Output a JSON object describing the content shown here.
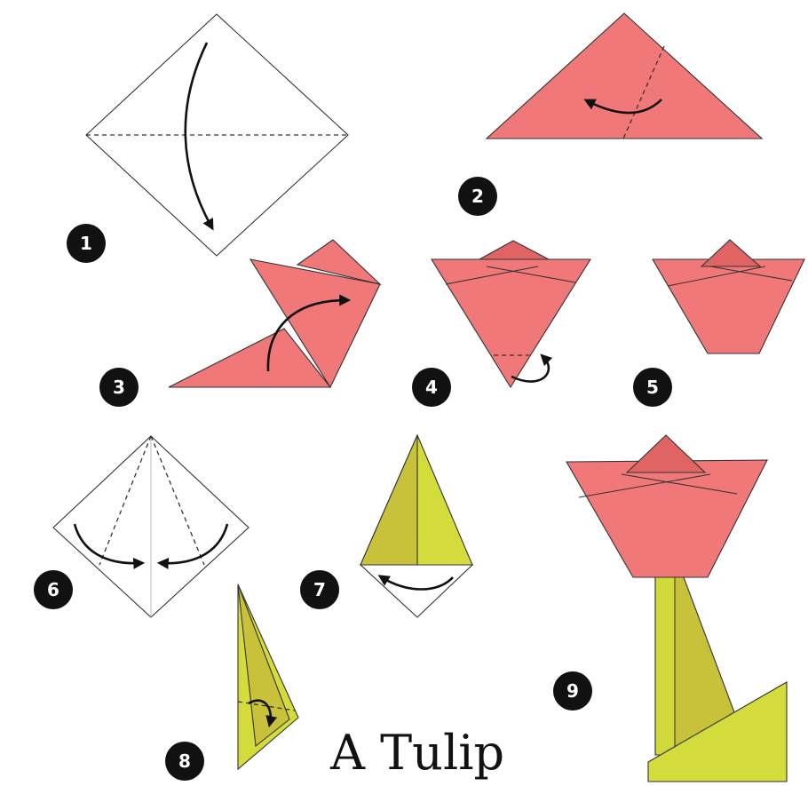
{
  "title": "A Tulip",
  "colors": {
    "paper_white": "#ffffff",
    "petal": "#f07878",
    "petal_dark": "#e06464",
    "stem_light": "#d4dc3c",
    "stem_dark": "#c8c23a",
    "badge": "#111111"
  },
  "steps": [
    {
      "number": "1",
      "label": "1"
    },
    {
      "number": "2",
      "label": "2"
    },
    {
      "number": "3",
      "label": "3"
    },
    {
      "number": "4",
      "label": "4"
    },
    {
      "number": "5",
      "label": "5"
    },
    {
      "number": "6",
      "label": "6"
    },
    {
      "number": "7",
      "label": "7"
    },
    {
      "number": "8",
      "label": "8"
    },
    {
      "number": "9",
      "label": "9"
    }
  ]
}
